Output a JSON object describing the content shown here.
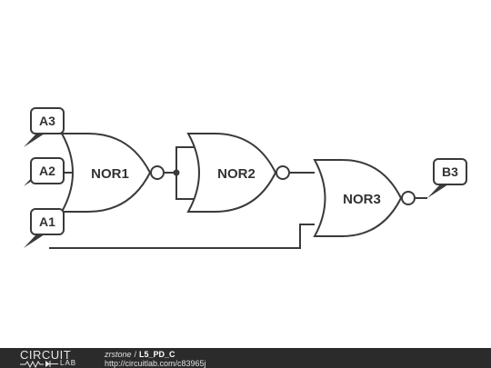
{
  "schematic": {
    "gates": [
      {
        "id": "NOR1",
        "label": "NOR1"
      },
      {
        "id": "NOR2",
        "label": "NOR2"
      },
      {
        "id": "NOR3",
        "label": "NOR3"
      }
    ],
    "pins": {
      "a3": "A3",
      "a2": "A2",
      "a1": "A1",
      "b3": "B3"
    }
  },
  "footer": {
    "logo_word": "CIRCUIT",
    "logo_sub": "LAB",
    "author": "zrstone",
    "separator": "/",
    "circuit_name": "L5_PD_C",
    "url": "http://circuitlab.com/c83965j"
  },
  "colors": {
    "stroke": "#3a3a3a",
    "footer_bg": "#2b2b2b"
  }
}
